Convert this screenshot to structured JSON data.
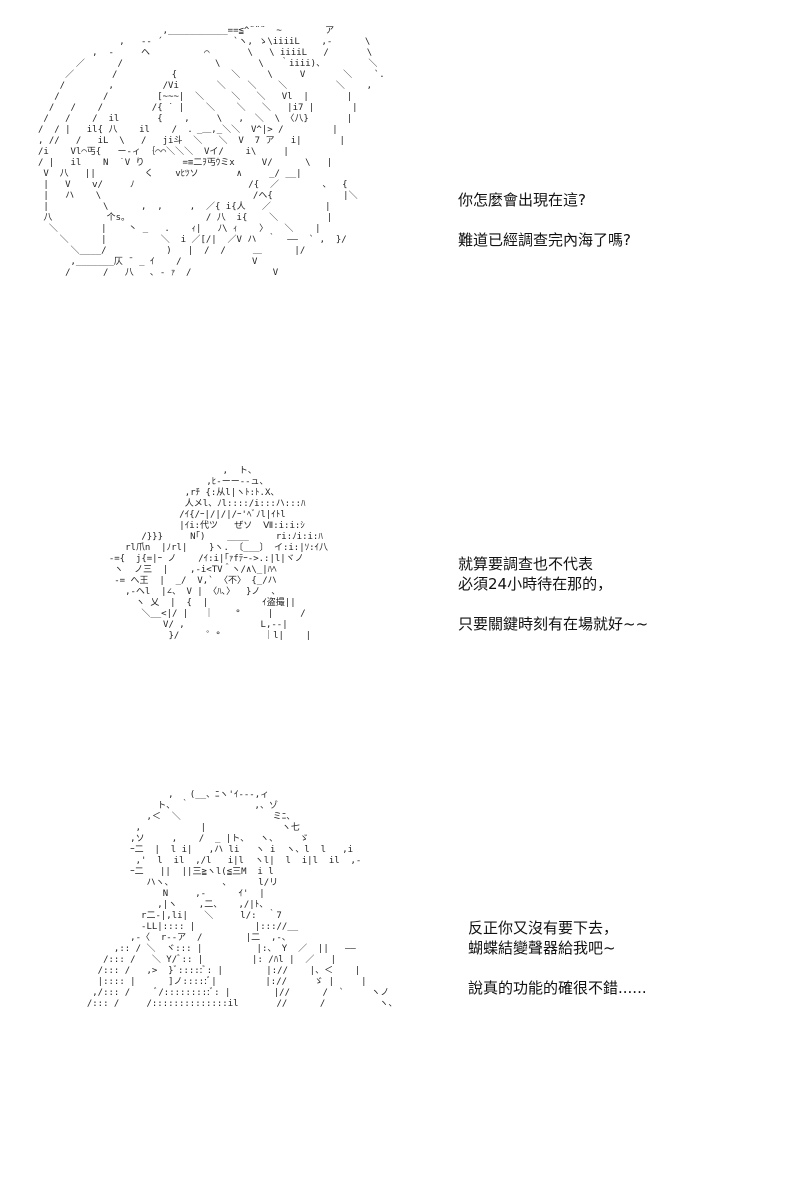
{
  "panels": [
    {
      "dialogue": [
        "你怎麼會出現在這?",
        "",
        "難道已經調查完內海了嗎?"
      ],
      "art_label": "girl-with-hair-over-face",
      "ascii_art": "                       ,___________==≦^¨¨¨  ~        ア\n               ,   -‐ ´             `ヽ, ゝ\\iiiiL    ,-      \\\n          ,  -     ヘ          ⌒       \\   \\ iiiiL   /       \\\n       ／      /                 \\       \\   ｀iiii)、        ＼\n     ／       /          {          ＼     \\     V       ＼    `.\n    /        ,         /Vi       ＼    ＼    ＼         ＼    ,\n   /        /         [~~~|  ＼     ＼   ＼   Vl  |       |\n  /   /    /         /{ ˙ |    ＼    ＼   ＼   |i7 |       |\n /   /    /  il       {    ,     \\   ,  ＼  \\ 〈八}       |\n/  / |   il{ 八    il    /  ．_＿,_＼＼  V^|> /         |\n, //   /   iL  \\   /   ji斗  ＼   ＼  V  7 ア   i|       |\n/i    Vl⌒丐{   ー‐ィ ｛⌒⌒＼＼＼  Vイ/    i\\     |\n/ |   il    N  ˙V り       =≡二ｦ丐ｳミx     V/      \\   |\n V  八   ||         く    vﾋﾂソ       ∧     _/ __|\n |   V    ⅴ/     ﾉ                     /{  ／        、  {\n |   ハ    \\                            /ヘ{             |＼\n |          \\      ,  ,     ,  ／{ i{人   ／          |\n 八          个s。              / 八  i{    ＼         |\n  ＼        |    丶 _   .    ｨ|   ﾉ\\ ｨ    〉   ＼    |\n    ＼      |          ＼  i ／[/|  ／V ハ  ｀  ――  ` ,  }/\n      ＼____/           )   |  /  /     ＿      |/\n      ,_______仄 ̄  _ ｲ    /             V\n     /      /   八   ､ - ｧ  /               V"
    },
    {
      "dialogue": [
        "就算要調查也不代表",
        "必須24小時待在那的，",
        "",
        "只要關鍵時刻有在場就好~~"
      ],
      "art_label": "boy-holding-cup",
      "ascii_art": "                       ,  ト、\n                    ,ﾋ‐ーー--ュ、\n                ,rﾁ {:从l|ヽﾄ:ﾄ.X、\n                人メl、ﾉl::::/i:::ハ:::ﾊ\n               /ｲ{/ｰ|/|/|/ｰ'ﾍﾞﾉl|ｲﾄl\n               |ｲi:代ツ   ぜソ  Ⅶ:i:i:ｼ\n        /}}}     N｢)    ____     ri:ﾉi:i:ﾊ\n     rl爪n  |ﾉrl|    }ヽ. 〔___〕 イ:i:|ｿ:ｲ八\n  -={  j{=|ｰ ノ    /ｲ:i|｢ｧfﾃｰ->.:|l|ヾノ\n   ヽ  ノ三  |    ,-i<TV＾ヽ/∧\\_|ﾊﾍ\n   -= へ王  |  _/  V,` 〈不〉 {_/ハ\n     ,-ヘl  |∠、 V | 〈ﾊ､〉  }ノ  、\n       ヽ 乂  |  {  |          ｲ盗撮||\n        ＼__<|/ |   ｜    °     |     /\n            V/ ,              L,--|\n             }/     ゜°        ｜l|    |"
    },
    {
      "dialogue": [
        "反正你又沒有要下去，",
        "蝴蝶結變聲器給我吧~",
        "",
        "說真的功能的確很不錯......"
      ],
      "art_label": "boy-looking-down",
      "ascii_art": "                 ,   (__、ﾆヽ'ｲ--‐,ィ\n               ト、 ｀            ,、ゾ\n             ,＜  ＼                 ミﾆ、\n           ,           |              ヽ七\n          ,ソ     ,    /  _ |ト、  ヽ、    ゞ\n          ｰ二  |  l i|   ,ハ li   ヽ i  ヽ、l  l   ,i\n           ,'  l  il  ,/l   i|l  ヽl|  l  i|l  il  ,-\n          ｰ二   ||  ||三≧ヽl(≦三M  i l\n             ハヽ、         、     l/リ\n                N     ,-      ｲ'  |\n               ,|ヽ    ,二、   ,/|ﾄ、\n            r二-|,li|   ＼     l/:  ｀7\n            -LL|:::: |           |::://__\n          ,-〈  r--ア  /        |二  ,-、\n       ,:: / ＼  ヾ::: |          |:、 Y  ／  ||   ――\n     /::: /   ＼ Y/ﾞ:: |         |: /ﾊl |  ／   |\n    /::: /   ,>  }ﾞ:::::ﾞ: |        |://    |、＜    |\n    |:::: |      ]ノ:::::ﾞ|         |://     ゞ |     |\n   ,/::: /     ﾞ/:::::::::ﾞ: |        |//      /  `     ヽノ\n  /::: /     /::::::::::::::il       //      /          ヽ、"
    }
  ]
}
